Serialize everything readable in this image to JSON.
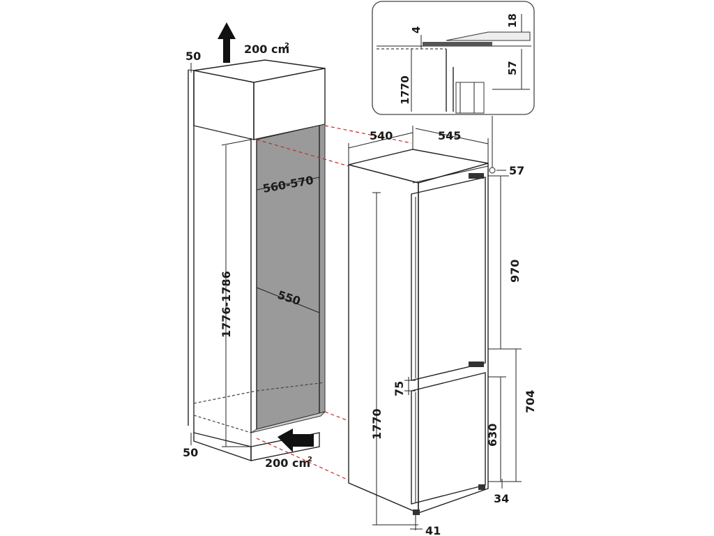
{
  "dimensions": {
    "niche_top_clearance": "50",
    "niche_bottom_clearance": "50",
    "top_vent_area": "200 cm",
    "bottom_vent_area": "200 cm",
    "vent_unit_superscript": "2",
    "niche_width": "560-570",
    "niche_depth": "550",
    "niche_height": "1776-1786",
    "appliance_depth": "540",
    "appliance_width": "545",
    "top_gap": "57",
    "upper_door_height": "970",
    "door_gap": "75",
    "lower_section_height": "704",
    "lower_door_height": "630",
    "plinth_height": "34",
    "foot_offset": "41",
    "appliance_height": "1770",
    "detail_height": "1770",
    "detail_gap_small": "4",
    "detail_top": "18",
    "detail_gap": "57"
  }
}
